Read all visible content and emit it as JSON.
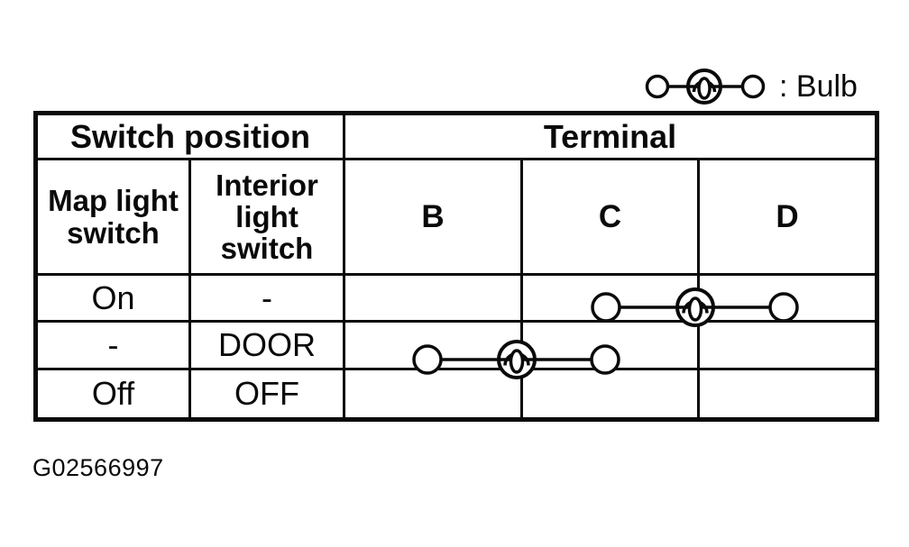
{
  "legend": {
    "symbol": "bulb-connection-symbol",
    "label": ": Bulb"
  },
  "table": {
    "header_row_1": {
      "switch_position": "Switch position",
      "terminal": "Terminal"
    },
    "header_row_2": {
      "map_light_switch": "Map light switch",
      "interior_light_switch": "Interior light switch",
      "terminal_columns": [
        "B",
        "C",
        "D"
      ]
    },
    "rows": [
      {
        "map_light_switch": "On",
        "interior_light_switch": "-",
        "terminals": {
          "B": "",
          "C": "bulb-terminal",
          "D": "bulb-terminal"
        },
        "connection": "bulb between terminals C and D"
      },
      {
        "map_light_switch": "-",
        "interior_light_switch": "DOOR",
        "terminals": {
          "B": "bulb-terminal",
          "C": "bulb-terminal",
          "D": ""
        },
        "connection": "bulb between terminals B and C"
      },
      {
        "map_light_switch": "Off",
        "interior_light_switch": "OFF",
        "terminals": {
          "B": "",
          "C": "",
          "D": ""
        },
        "connection": "none"
      }
    ]
  },
  "figure_id": "G02566997",
  "colors": {
    "ink": "#0a0a0a",
    "paper": "#ffffff"
  }
}
